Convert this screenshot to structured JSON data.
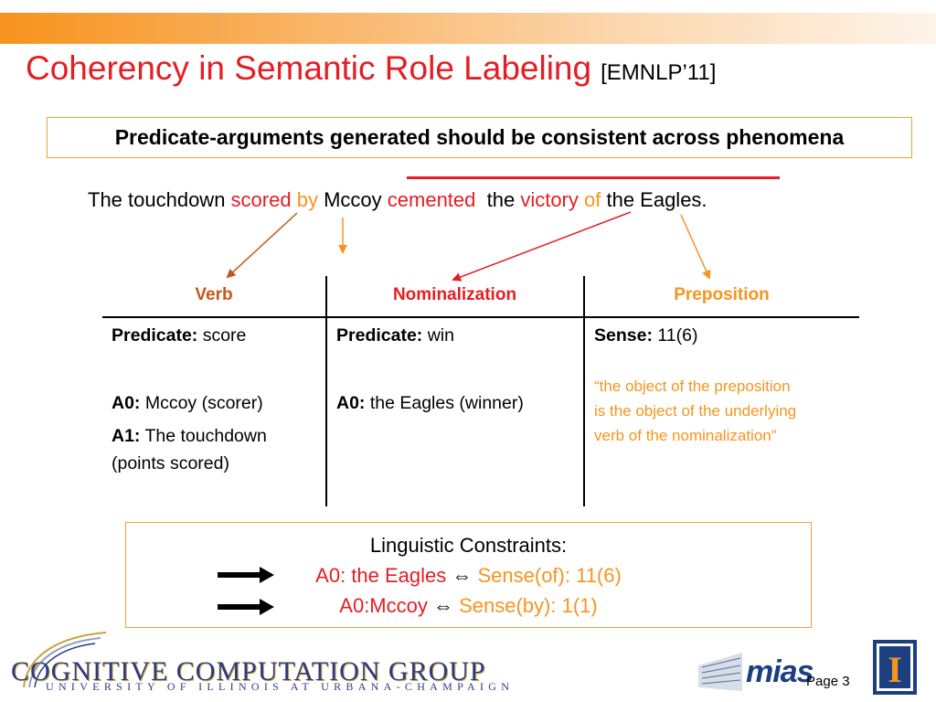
{
  "slide": {
    "title": "Coherency in Semantic Role Labeling",
    "title_ref": "[EMNLP’11]",
    "headline": "Predicate-arguments generated should be consistent across phenomena",
    "sentence": {
      "w1": "The touchdown ",
      "w2": "scored",
      "w3": " ",
      "w4": "by",
      "w5": " Mccoy ",
      "w6": "cemented",
      "w7": "  the ",
      "w8": "victory",
      "w9": " ",
      "w10": "of",
      "w11": " the Eagles."
    },
    "table": {
      "headers": [
        "Verb",
        "Nominalization",
        "Preposition"
      ],
      "verb": {
        "pred_label": "Predicate:",
        "pred_value": " score",
        "a0_label": "A0:",
        "a0_value": " Mccoy (scorer)",
        "a1_label": "A1:",
        "a1_value": " The touchdown",
        "a1_value2": "(points scored)"
      },
      "nominalization": {
        "pred_label": "Predicate:",
        "pred_value": " win",
        "a0_label": "A0:",
        "a0_value": " the Eagles (winner)"
      },
      "preposition": {
        "sense_label": "Sense:",
        "sense_value": " 11(6)",
        "quote_line1": "“the object of the preposition",
        "quote_line2": "is the object of the underlying",
        "quote_line3": "verb of the nominalization”"
      }
    },
    "constraints": {
      "title": "Linguistic Constraints:",
      "c1_left": "A0: the Eagles ",
      "c1_sym": "⇔",
      "c1_right": " Sense(of): 11(6)",
      "c2_left": "A0:Mccoy ",
      "c2_sym": "⇔",
      "c2_right": " Sense(by): 1(1)"
    },
    "footer": {
      "group_name": "COGNITIVE COMPUTATION GROUP",
      "university": "UNIVERSITY OF ILLINOIS AT URBANA-CHAMPAIGN",
      "mias_logo": "mias",
      "page": "Page 3",
      "illinois_logo": "I"
    },
    "colors": {
      "title_red": "#e31e24",
      "accent_orange": "#f7941d",
      "box_border": "#f0a23e",
      "logo_blue": "#2d3b82"
    }
  }
}
